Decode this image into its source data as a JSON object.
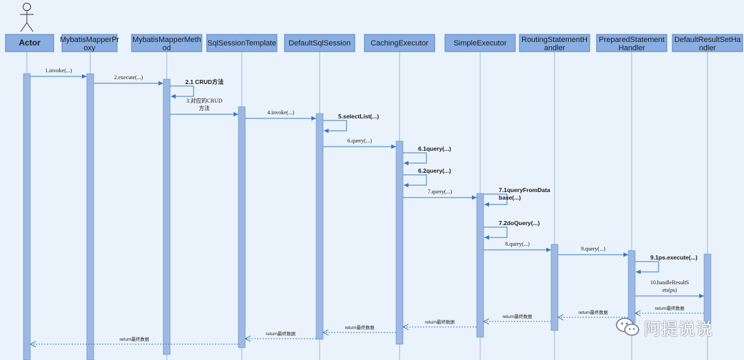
{
  "colors": {
    "header_fill": "#88aee2",
    "header_stroke": "#5f86c2",
    "bar_fill": "#9db9e3",
    "lifeline": "#9ab4d8",
    "arrow": "#3a78c4",
    "text": "#1a1a1a"
  },
  "actor_icon": "stick-figure-icon",
  "watermark": {
    "icon": "wechat-icon",
    "text": "阿提说说"
  },
  "participants": [
    {
      "id": "actor",
      "label": [
        "Actor"
      ]
    },
    {
      "id": "mapperproxy",
      "label": [
        "MybatisMapperPr",
        "oxy"
      ]
    },
    {
      "id": "mappermethod",
      "label": [
        "MybatisMapperMeth",
        "od"
      ]
    },
    {
      "id": "sqlsessiontemplate",
      "label": [
        "SqlSessionTemplate"
      ]
    },
    {
      "id": "defaultsqlsession",
      "label": [
        "DefaultSqlSession"
      ]
    },
    {
      "id": "cachingexecutor",
      "label": [
        "CachingExecutor"
      ]
    },
    {
      "id": "simpleexecutor",
      "label": [
        "SimpleExecutor"
      ]
    },
    {
      "id": "routinghandler",
      "label": [
        "RoutingStatementH",
        "andler"
      ]
    },
    {
      "id": "preparedhandler",
      "label": [
        "PreparedStatement",
        "Handler"
      ]
    },
    {
      "id": "resultsethandler",
      "label": [
        "DefaultResultSetHa",
        "ndler"
      ]
    }
  ],
  "messages": [
    {
      "from": "actor",
      "to": "mapperproxy",
      "label": [
        "1.invoke(...)"
      ],
      "kind": "call"
    },
    {
      "from": "mapperproxy",
      "to": "mappermethod",
      "label": [
        "2.execute(...)"
      ],
      "kind": "call"
    },
    {
      "from": "mappermethod",
      "to": "mappermethod",
      "label": [
        "2.1 CRUD方法"
      ],
      "kind": "self"
    },
    {
      "from": "mappermethod",
      "to": "sqlsessiontemplate",
      "label": [
        "3.对应的CRUD",
        "方法"
      ],
      "kind": "call"
    },
    {
      "from": "sqlsessiontemplate",
      "to": "defaultsqlsession",
      "label": [
        "4.invoke(...)"
      ],
      "kind": "call"
    },
    {
      "from": "defaultsqlsession",
      "to": "defaultsqlsession",
      "label": [
        "5.selectList(...)"
      ],
      "kind": "self"
    },
    {
      "from": "defaultsqlsession",
      "to": "cachingexecutor",
      "label": [
        "6.query(...)"
      ],
      "kind": "call"
    },
    {
      "from": "cachingexecutor",
      "to": "cachingexecutor",
      "label": [
        "6.1query(...)"
      ],
      "kind": "self"
    },
    {
      "from": "cachingexecutor",
      "to": "cachingexecutor",
      "label": [
        "6.2query(...)"
      ],
      "kind": "self"
    },
    {
      "from": "cachingexecutor",
      "to": "simpleexecutor",
      "label": [
        "7.query(...)"
      ],
      "kind": "call"
    },
    {
      "from": "simpleexecutor",
      "to": "simpleexecutor",
      "label": [
        "7.1queryFromData",
        "base(...)"
      ],
      "kind": "self"
    },
    {
      "from": "simpleexecutor",
      "to": "simpleexecutor",
      "label": [
        "7.2doQuery(...)"
      ],
      "kind": "self"
    },
    {
      "from": "simpleexecutor",
      "to": "routinghandler",
      "label": [
        "8.query(...)"
      ],
      "kind": "call"
    },
    {
      "from": "routinghandler",
      "to": "preparedhandler",
      "label": [
        "9.query(...)"
      ],
      "kind": "call"
    },
    {
      "from": "preparedhandler",
      "to": "preparedhandler",
      "label": [
        "9.1ps.execute(...)"
      ],
      "kind": "self"
    },
    {
      "from": "preparedhandler",
      "to": "resultsethandler",
      "label": [
        "10.handleResultS",
        "ets(ps)"
      ],
      "kind": "call"
    },
    {
      "from": "resultsethandler",
      "to": "preparedhandler",
      "label": [
        "return最终数据"
      ],
      "kind": "return"
    },
    {
      "from": "preparedhandler",
      "to": "routinghandler",
      "label": [
        "return最终数据"
      ],
      "kind": "return"
    },
    {
      "from": "routinghandler",
      "to": "simpleexecutor",
      "label": [
        "return最终数据"
      ],
      "kind": "return"
    },
    {
      "from": "simpleexecutor",
      "to": "cachingexecutor",
      "label": [
        "return最终数据"
      ],
      "kind": "return"
    },
    {
      "from": "cachingexecutor",
      "to": "defaultsqlsession",
      "label": [
        "return最终数据"
      ],
      "kind": "return"
    },
    {
      "from": "defaultsqlsession",
      "to": "sqlsessiontemplate",
      "label": [
        "return最终数据"
      ],
      "kind": "return"
    },
    {
      "from": "sqlsessiontemplate",
      "to": "actor",
      "label": [
        "return最终数据"
      ],
      "kind": "return"
    }
  ]
}
